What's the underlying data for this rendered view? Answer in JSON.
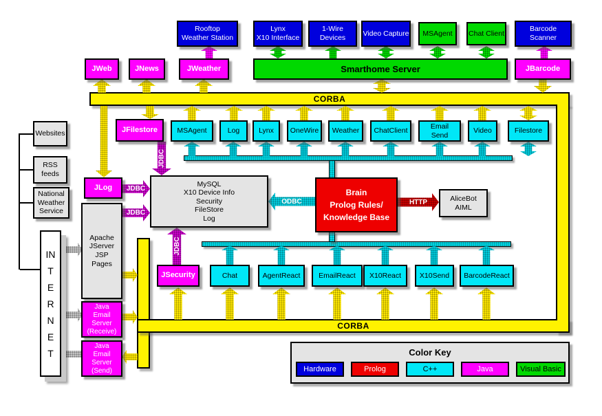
{
  "corba": {
    "top": "CORBA",
    "bottom": "CORBA"
  },
  "hardware": {
    "rooftop": "Rooftop\nWeather Station",
    "lynx": "Lynx\nX10 Interface",
    "onewire": "1-Wire\nDevices",
    "video_capture": "Video Capture",
    "msagent": "MSAgent",
    "chat_client": "Chat Client",
    "barcode_scanner": "Barcode Scanner"
  },
  "smarthome_server": "Smarthome Server",
  "java_modules": {
    "jweb": "JWeb",
    "jnews": "JNews",
    "jweather": "JWeather",
    "jbarcode": "JBarcode",
    "jfilestore": "JFilestore",
    "jlog": "JLog",
    "jsecurity": "JSecurity",
    "email_receive": "Java\nEmail\nServer\n(Receive)",
    "email_send": "Java\nEmail\nServer\n(Send)"
  },
  "cpp_modules": [
    "MSAgent",
    "Log",
    "Lynx",
    "OneWire",
    "Weather",
    "ChatClient",
    "Email\nSend",
    "Video",
    "Filestore"
  ],
  "react_modules": [
    "Chat",
    "AgentReact",
    "EmailReact",
    "X10React",
    "X10Send",
    "BarcodeReact"
  ],
  "database": "MySQL\nX10 Device Info\nSecurity\nFileStore\nLog",
  "brain": "Brain\nProlog Rules/\nKnowledge Base",
  "alicebot": "AliceBot\nAIML",
  "apache": "Apache\nJServer\nJSP\nPages",
  "internet": "INTERNET",
  "sources": [
    "Websites",
    "RSS\nfeeds",
    "National\nWeather\nService"
  ],
  "protocol_labels": {
    "jdbc_filestore": "JDBC",
    "jdbc_jlog": "JDBC",
    "jdbc_apache": "JDBC",
    "jdbc_jsecurity": "JDBC",
    "odbc": "ODBC",
    "http": "HTTP"
  },
  "color_key": {
    "title": "Color Key",
    "items": [
      {
        "label": "Hardware",
        "color": "#0000dd"
      },
      {
        "label": "Prolog",
        "color": "#ee0000"
      },
      {
        "label": "C++",
        "color": "#00e7f7"
      },
      {
        "label": "Java",
        "color": "#ff00ff"
      },
      {
        "label": "Visual Basic",
        "color": "#00d900"
      }
    ]
  }
}
